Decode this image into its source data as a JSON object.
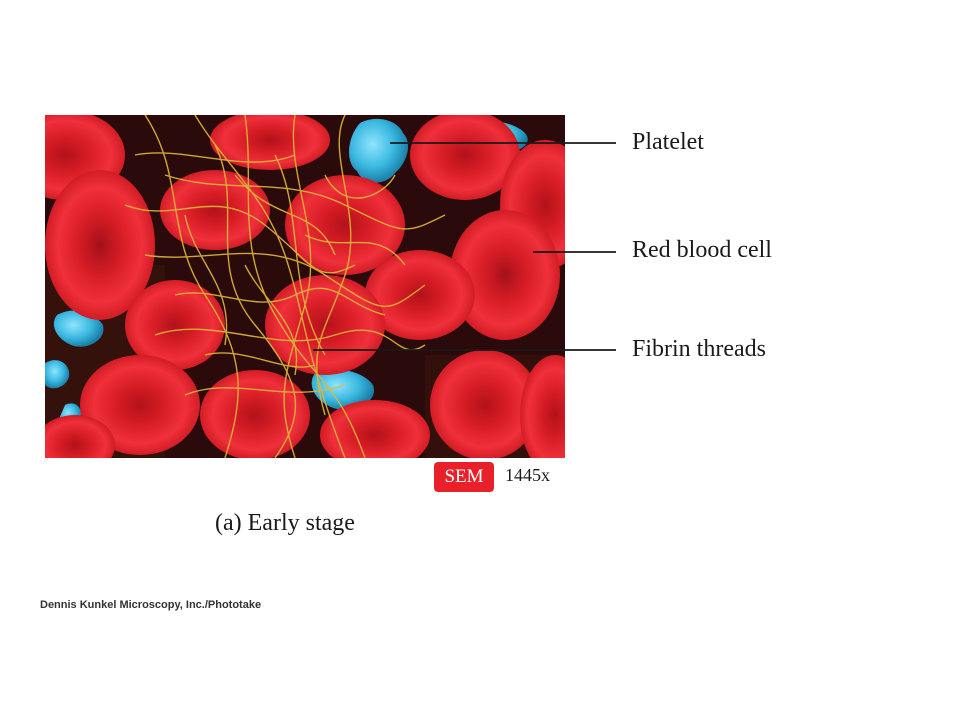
{
  "figure": {
    "labels": {
      "platelet": "Platelet",
      "red_blood_cell": "Red blood cell",
      "fibrin_threads": "Fibrin threads"
    },
    "imaging_badge": "SEM",
    "magnification": "1445x",
    "caption": "(a) Early stage",
    "credit": "Dennis Kunkel Microscopy, Inc./Phototake"
  },
  "colors": {
    "red_cell": "#e8202a",
    "platelet": "#3ab8e0",
    "fibrin": "#e0b83a",
    "background": "#2a0a0a",
    "badge": "#e8202a"
  }
}
